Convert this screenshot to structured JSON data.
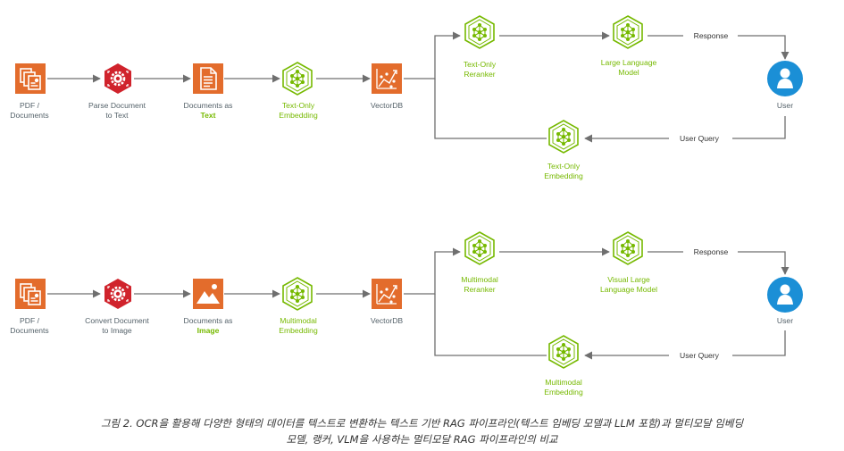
{
  "colors": {
    "orange": "#e36c2c",
    "red": "#d0232c",
    "green": "#76b900",
    "blue": "#1b8fd6",
    "arrow": "#6f6f6f",
    "text": "#55626a"
  },
  "top_row": {
    "pdf": [
      "PDF /",
      "Documents"
    ],
    "parse": [
      "Parse Document",
      "to Text"
    ],
    "docs_as": "Documents as",
    "docs_mode": "Text",
    "embed": [
      "Text-Only",
      "Embedding"
    ],
    "vectordb": "VectorDB",
    "reranker": [
      "Text-Only",
      "Reranker"
    ],
    "llm": [
      "Large Language",
      "Model"
    ],
    "response": "Response",
    "user": "User",
    "user_query": "User Query",
    "query_embed": [
      "Text-Only",
      "Embedding"
    ]
  },
  "bottom_row": {
    "pdf": [
      "PDF /",
      "Documents"
    ],
    "parse": [
      "Convert Document",
      "to Image"
    ],
    "docs_as": "Documents as",
    "docs_mode": "Image",
    "embed": [
      "Multimodal",
      "Embedding"
    ],
    "vectordb": "VectorDB",
    "reranker": [
      "Multimodal",
      "Reranker"
    ],
    "llm": [
      "Visual Large",
      "Language Model"
    ],
    "response": "Response",
    "user": "User",
    "user_query": "User Query",
    "query_embed": [
      "Multimodal",
      "Embedding"
    ]
  },
  "caption": {
    "line1": "그림 2. OCR을 활용해 다양한 형태의 데이터를 텍스트로 변환하는 텍스트 기반 RAG 파이프라인(텍스트 임베딩 모델과 LLM 포함)과 멀티모달 임베딩",
    "line2": "모델, 랭커, VLM을 사용하는 멀티모달 RAG 파이프라인의 비교"
  }
}
